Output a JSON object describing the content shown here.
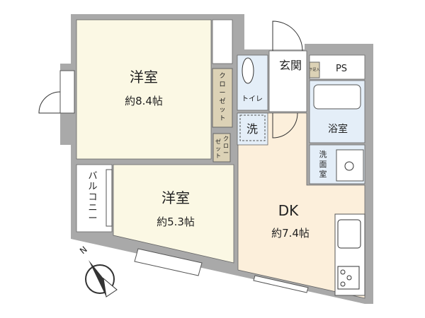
{
  "rooms": {
    "western_large": {
      "name": "洋室",
      "size": "約8.4帖"
    },
    "western_small": {
      "name": "洋室",
      "size": "約5.3帖"
    },
    "dk": {
      "name": "DK",
      "size": "約7.4帖"
    },
    "entrance": "玄関",
    "ps": "PS",
    "shoe_storage": "下足入",
    "toilet": "トイレ",
    "washer": "洗",
    "bathroom": "浴室",
    "washroom": [
      "洗",
      "面",
      "室"
    ],
    "balcony": [
      "バ",
      "ル",
      "コ",
      "ニ",
      "ー"
    ],
    "closet_large": [
      "ク",
      "ロ",
      "ー",
      "ゼ",
      "ッ",
      "ト"
    ],
    "closet_small": {
      "col1": [
        "ク",
        "ロ",
        "ー"
      ],
      "col2": [
        "ゼ",
        "ッ",
        "ト"
      ]
    }
  },
  "compass": {
    "label": "N"
  },
  "colors": {
    "wall": "#a9a9a9",
    "western": "#fbf8e4",
    "dk": "#fcefdb",
    "wet": "#e4eef8",
    "closet": "#dcd2b6"
  }
}
